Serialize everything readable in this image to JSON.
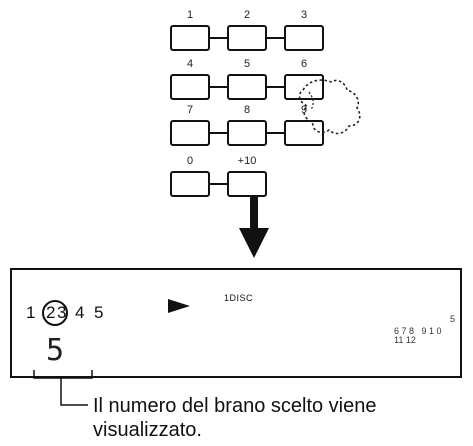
{
  "keypad": {
    "rows": [
      [
        "1",
        "2",
        "3"
      ],
      [
        "4",
        "5",
        "6"
      ],
      [
        "7",
        "8",
        "9"
      ],
      [
        "0",
        "+10"
      ]
    ]
  },
  "display": {
    "track_numbers": [
      "1",
      "2",
      "3",
      "4",
      "5"
    ],
    "disc_label": "1DISC",
    "calendar_top": "5",
    "calendar_mid": "6 7 8   9 1 0",
    "calendar_bottom": "11 12",
    "selected_track_digit": "5"
  },
  "caption": {
    "line1": "Il numero del brano scelto viene",
    "line2": "visualizzato."
  }
}
